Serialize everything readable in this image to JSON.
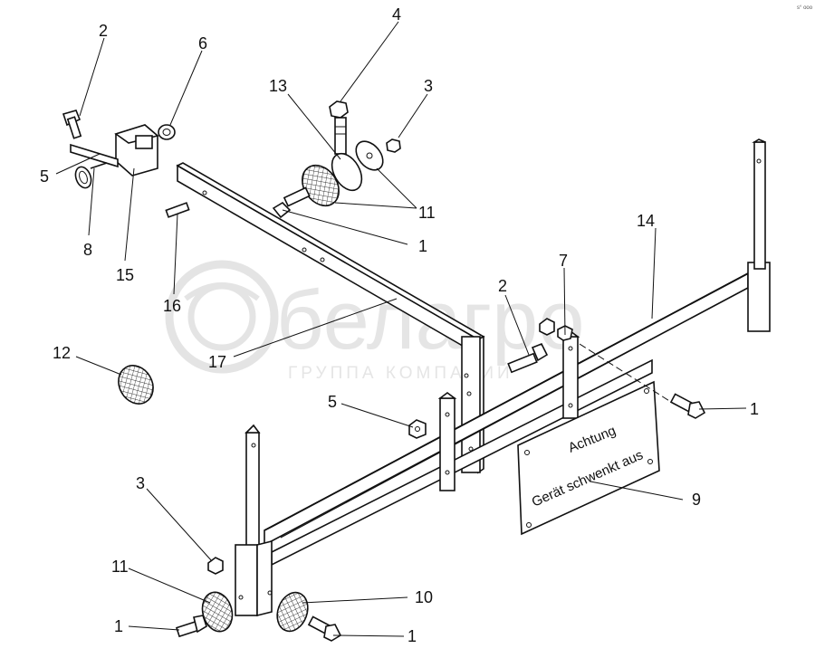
{
  "watermark": {
    "brand": "белагро",
    "subtitle": "ГРУППА КОМПАНИЙ"
  },
  "corner_mark": "s° ooo",
  "plate": {
    "line1": "Achtung",
    "line2": "Gerät schwenkt aus"
  },
  "callouts": [
    {
      "id": "c-2-top",
      "label": "2"
    },
    {
      "id": "c-6",
      "label": "6"
    },
    {
      "id": "c-4",
      "label": "4"
    },
    {
      "id": "c-13",
      "label": "13"
    },
    {
      "id": "c-3-top",
      "label": "3"
    },
    {
      "id": "c-5-top",
      "label": "5"
    },
    {
      "id": "c-8",
      "label": "8"
    },
    {
      "id": "c-15",
      "label": "15"
    },
    {
      "id": "c-11-top",
      "label": "11"
    },
    {
      "id": "c-1-a",
      "label": "1"
    },
    {
      "id": "c-14",
      "label": "14"
    },
    {
      "id": "c-16",
      "label": "16"
    },
    {
      "id": "c-7",
      "label": "7"
    },
    {
      "id": "c-2-mid",
      "label": "2"
    },
    {
      "id": "c-12",
      "label": "12"
    },
    {
      "id": "c-17",
      "label": "17"
    },
    {
      "id": "c-1-b",
      "label": "1"
    },
    {
      "id": "c-5-mid",
      "label": "5"
    },
    {
      "id": "c-9",
      "label": "9"
    },
    {
      "id": "c-3-bot",
      "label": "3"
    },
    {
      "id": "c-11-bot",
      "label": "11"
    },
    {
      "id": "c-10",
      "label": "10"
    },
    {
      "id": "c-1-c",
      "label": "1"
    },
    {
      "id": "c-1-d",
      "label": "1"
    }
  ]
}
